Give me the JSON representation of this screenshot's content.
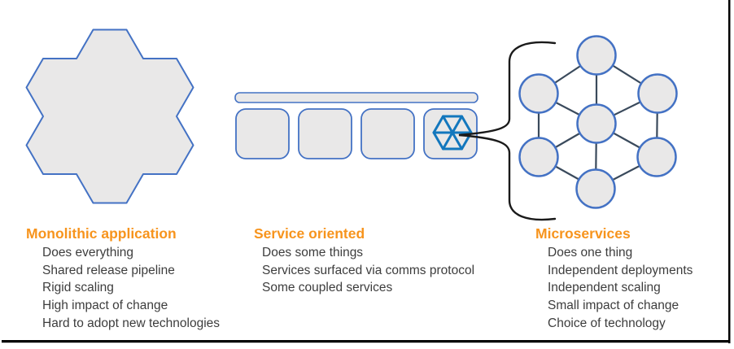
{
  "colors": {
    "accent_blue": "#4472C4",
    "icon_blue": "#1377BD",
    "shape_fill": "#E9E8E8",
    "heading_orange": "#F7941D",
    "body_text": "#3D3D3D",
    "network_line": "#3A4A5C",
    "brace_black": "#1A1A1A"
  },
  "columns": {
    "monolithic": {
      "title": "Monolithic application",
      "items": [
        "Does everything",
        "Shared release pipeline",
        "Rigid scaling",
        "High impact of change",
        "Hard to adopt new technologies"
      ]
    },
    "service": {
      "title": "Service oriented",
      "items": [
        "Does some things",
        "Services surfaced via comms protocol",
        "Some coupled services"
      ]
    },
    "microservices": {
      "title": "Microservices",
      "items": [
        "Does one thing",
        "Independent deployments",
        "Independent scaling",
        "Small impact of change",
        "Choice of technology"
      ]
    }
  },
  "icons": {
    "monolith_shape": "hexagon-cluster-blob",
    "service_bar": "horizontal-bar",
    "service_modules": "rounded-square-x4",
    "service_hexagon": "hexagon-wheel-icon",
    "microservices_graph": "seven-node-network",
    "callout": "curly-brace-pointer"
  }
}
